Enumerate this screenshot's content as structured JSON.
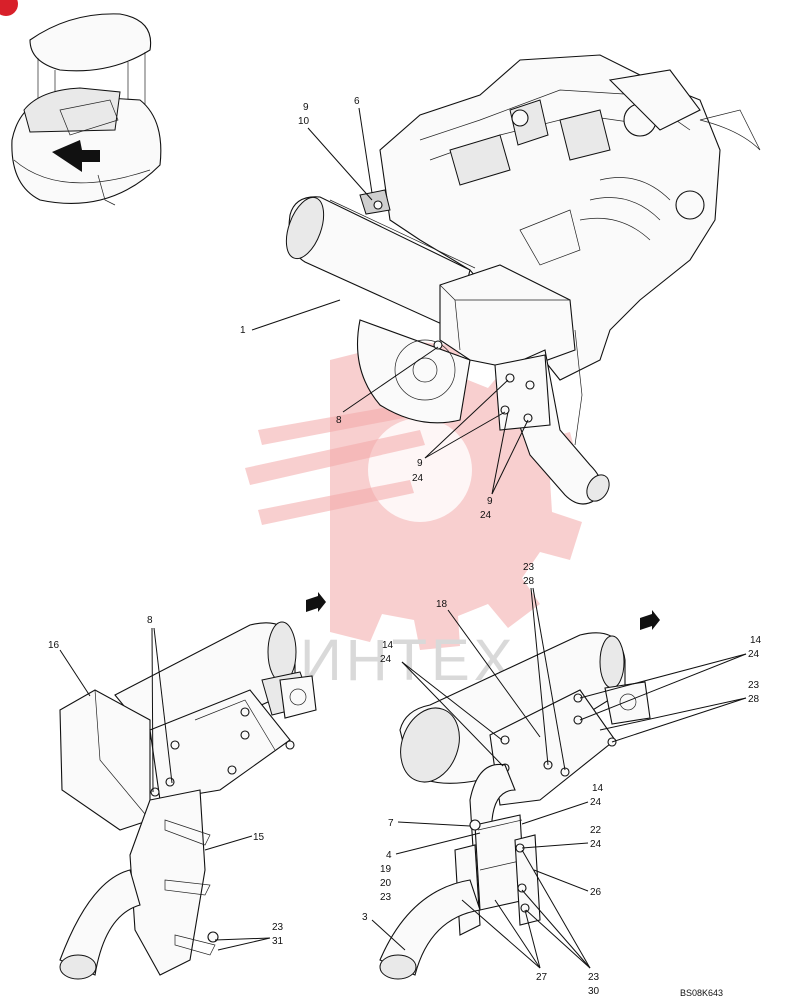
{
  "diagram": {
    "drawing_code": "BS08K643",
    "watermark_text": "ИНТЕХ",
    "callouts": {
      "c9a": "9",
      "c10a": "10",
      "c6": "6",
      "c1": "1",
      "c8a": "8",
      "c9b": "9",
      "c24b": "24",
      "c9c": "9",
      "c24c": "24",
      "c8b": "8",
      "c16": "16",
      "c15": "15",
      "c23a": "23",
      "c31": "31",
      "c23b": "23",
      "c28b": "28",
      "c18": "18",
      "c14a": "14",
      "c24d": "24",
      "c14b": "14",
      "c24e": "24",
      "c23c": "23",
      "c28c": "28",
      "c14c": "14",
      "c24f": "24",
      "c7": "7",
      "c22": "22",
      "c24g": "24",
      "c4": "4",
      "c19": "19",
      "c20": "20",
      "c23d": "23",
      "c26": "26",
      "c3": "3",
      "c27": "27",
      "c23e": "23",
      "c30": "30"
    }
  }
}
